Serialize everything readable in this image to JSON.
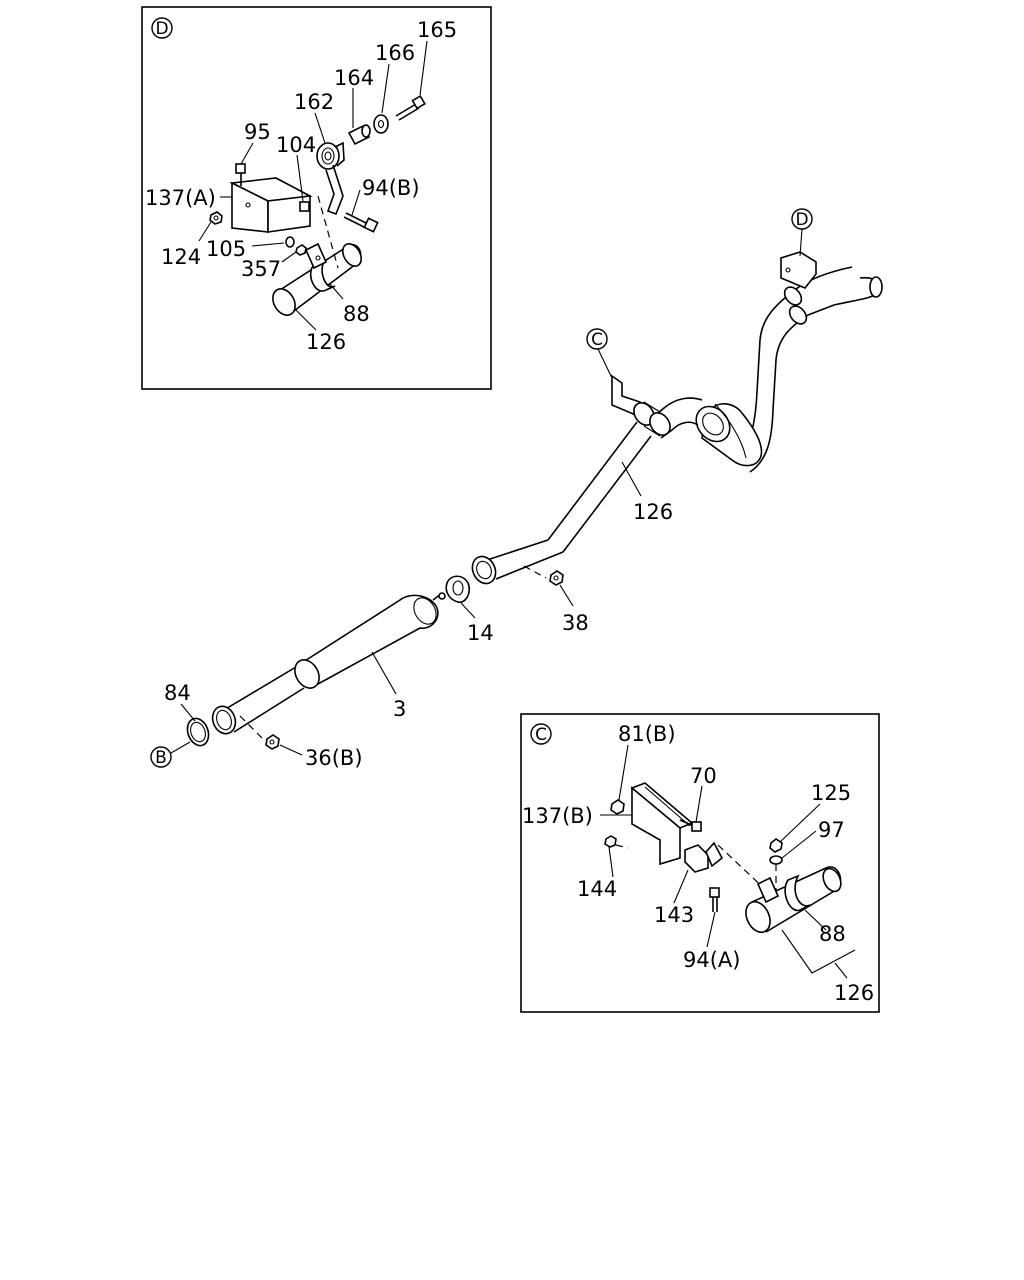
{
  "detail_d": {
    "callout": "D",
    "labels": {
      "l165": "165",
      "l166": "166",
      "l164": "164",
      "l162": "162",
      "l95": "95",
      "l104": "104",
      "l137a": "137(A)",
      "l94b": "94(B)",
      "l124": "124",
      "l105": "105",
      "l357": "357",
      "l88": "88",
      "l126": "126"
    }
  },
  "main": {
    "callout_d": "D",
    "callout_c": "C",
    "callout_b": "B",
    "labels": {
      "l126": "126",
      "l38": "38",
      "l14": "14",
      "l3": "3",
      "l84": "84",
      "l36b": "36(B)"
    }
  },
  "detail_c": {
    "callout": "C",
    "labels": {
      "l81b": "81(B)",
      "l70": "70",
      "l137b": "137(B)",
      "l125": "125",
      "l97": "97",
      "l144": "144",
      "l143": "143",
      "l88": "88",
      "l94a": "94(A)",
      "l126": "126"
    }
  }
}
